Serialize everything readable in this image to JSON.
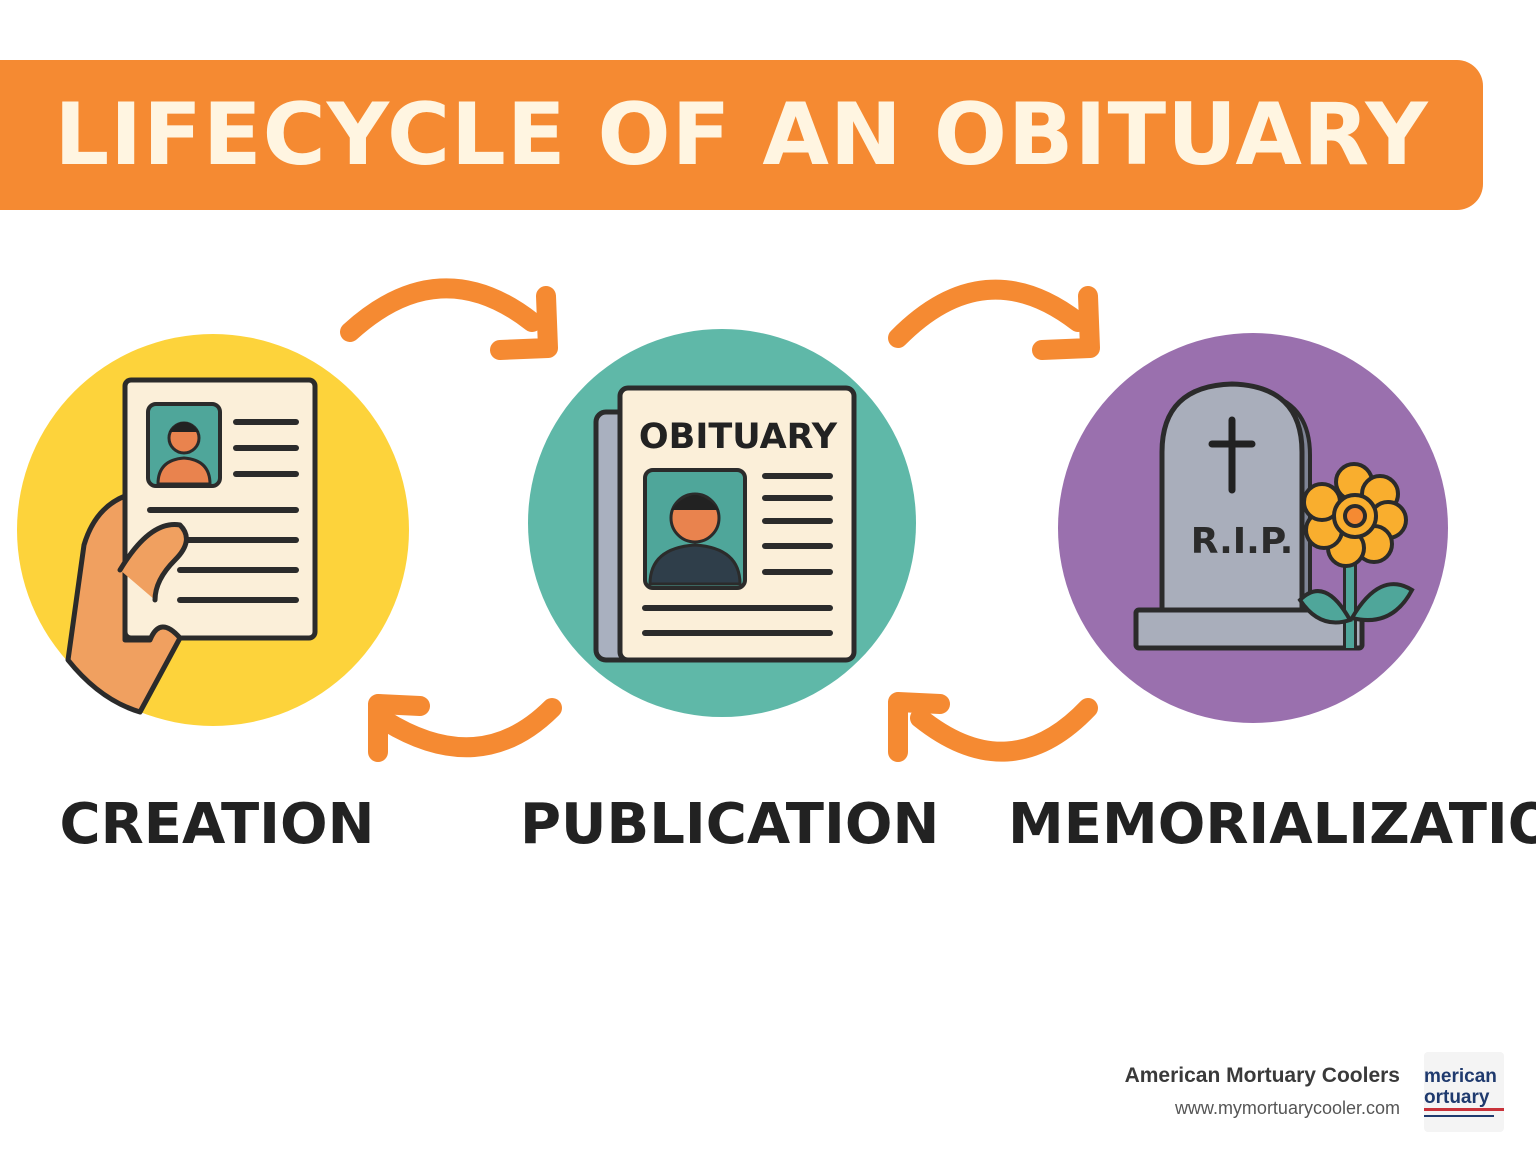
{
  "title": "LIFECYCLE OF AN OBITUARY",
  "stages": [
    {
      "label": "CREATION",
      "icon": "hand-holding-document-icon",
      "color": "#FDD33B"
    },
    {
      "label": "PUBLICATION",
      "icon": "newspaper-icon",
      "color": "#5FB8A8"
    },
    {
      "label": "MEMORIALIZATION",
      "icon": "tombstone-flower-icon",
      "color": "#9A70AE"
    }
  ],
  "newspaper_heading": "OBITUARY",
  "tombstone_text": "R.I.P.",
  "brand": {
    "name": "American Mortuary Coolers",
    "url": "www.mymortuarycooler.com",
    "logo_lines": [
      "merican",
      "ortuary"
    ]
  },
  "colors": {
    "accent": "#F58A32",
    "title_text": "#FFF5E1",
    "ink": "#222222"
  }
}
